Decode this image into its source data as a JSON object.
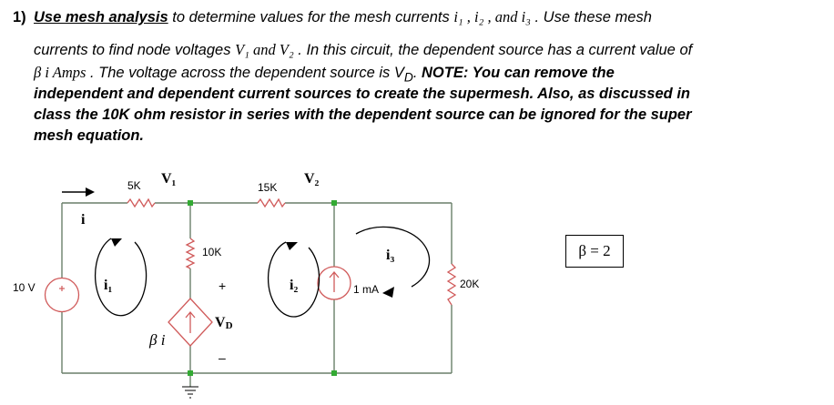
{
  "problem": {
    "number": "1)",
    "line1_task": "Use mesh analysis",
    "line1_rest": " to determine values for the mesh currents ",
    "line1_vars": "i₁ , i₂ , and i₃",
    "line1_end": " .  Use these mesh",
    "line2_start": "currents to find node voltages ",
    "line2_vars": "V₁ and V₂",
    "line2_end": " .  In this circuit, the dependent source has a current value of",
    "line3_expr": "β i Amps",
    "line3_end": " . The voltage across the dependent source is V",
    "line3_sub": "D",
    "line3_dot": ". ",
    "note_1": "NOTE: You can remove the",
    "note_2": "independent and dependent current sources to create the supermesh.  Also, as discussed in",
    "note_3": "class the 10K ohm resistor in series with the dependent source can be ignored for the super",
    "note_4": "mesh equation."
  },
  "circuit": {
    "r1": "5K",
    "r2": "10K",
    "r3": "15K",
    "r4": "20K",
    "v1": "V₁",
    "v2": "V₂",
    "source_voltage": "10 V",
    "current_i": "i",
    "mesh1": "i₁",
    "mesh2": "i₂",
    "mesh3": "i₃",
    "isrc": "1 mA",
    "dep_source": "β i",
    "vd_plus": "+",
    "vd_label": "V",
    "vd_sub": "D",
    "vd_minus": "–"
  },
  "beta_value": "β = 2"
}
